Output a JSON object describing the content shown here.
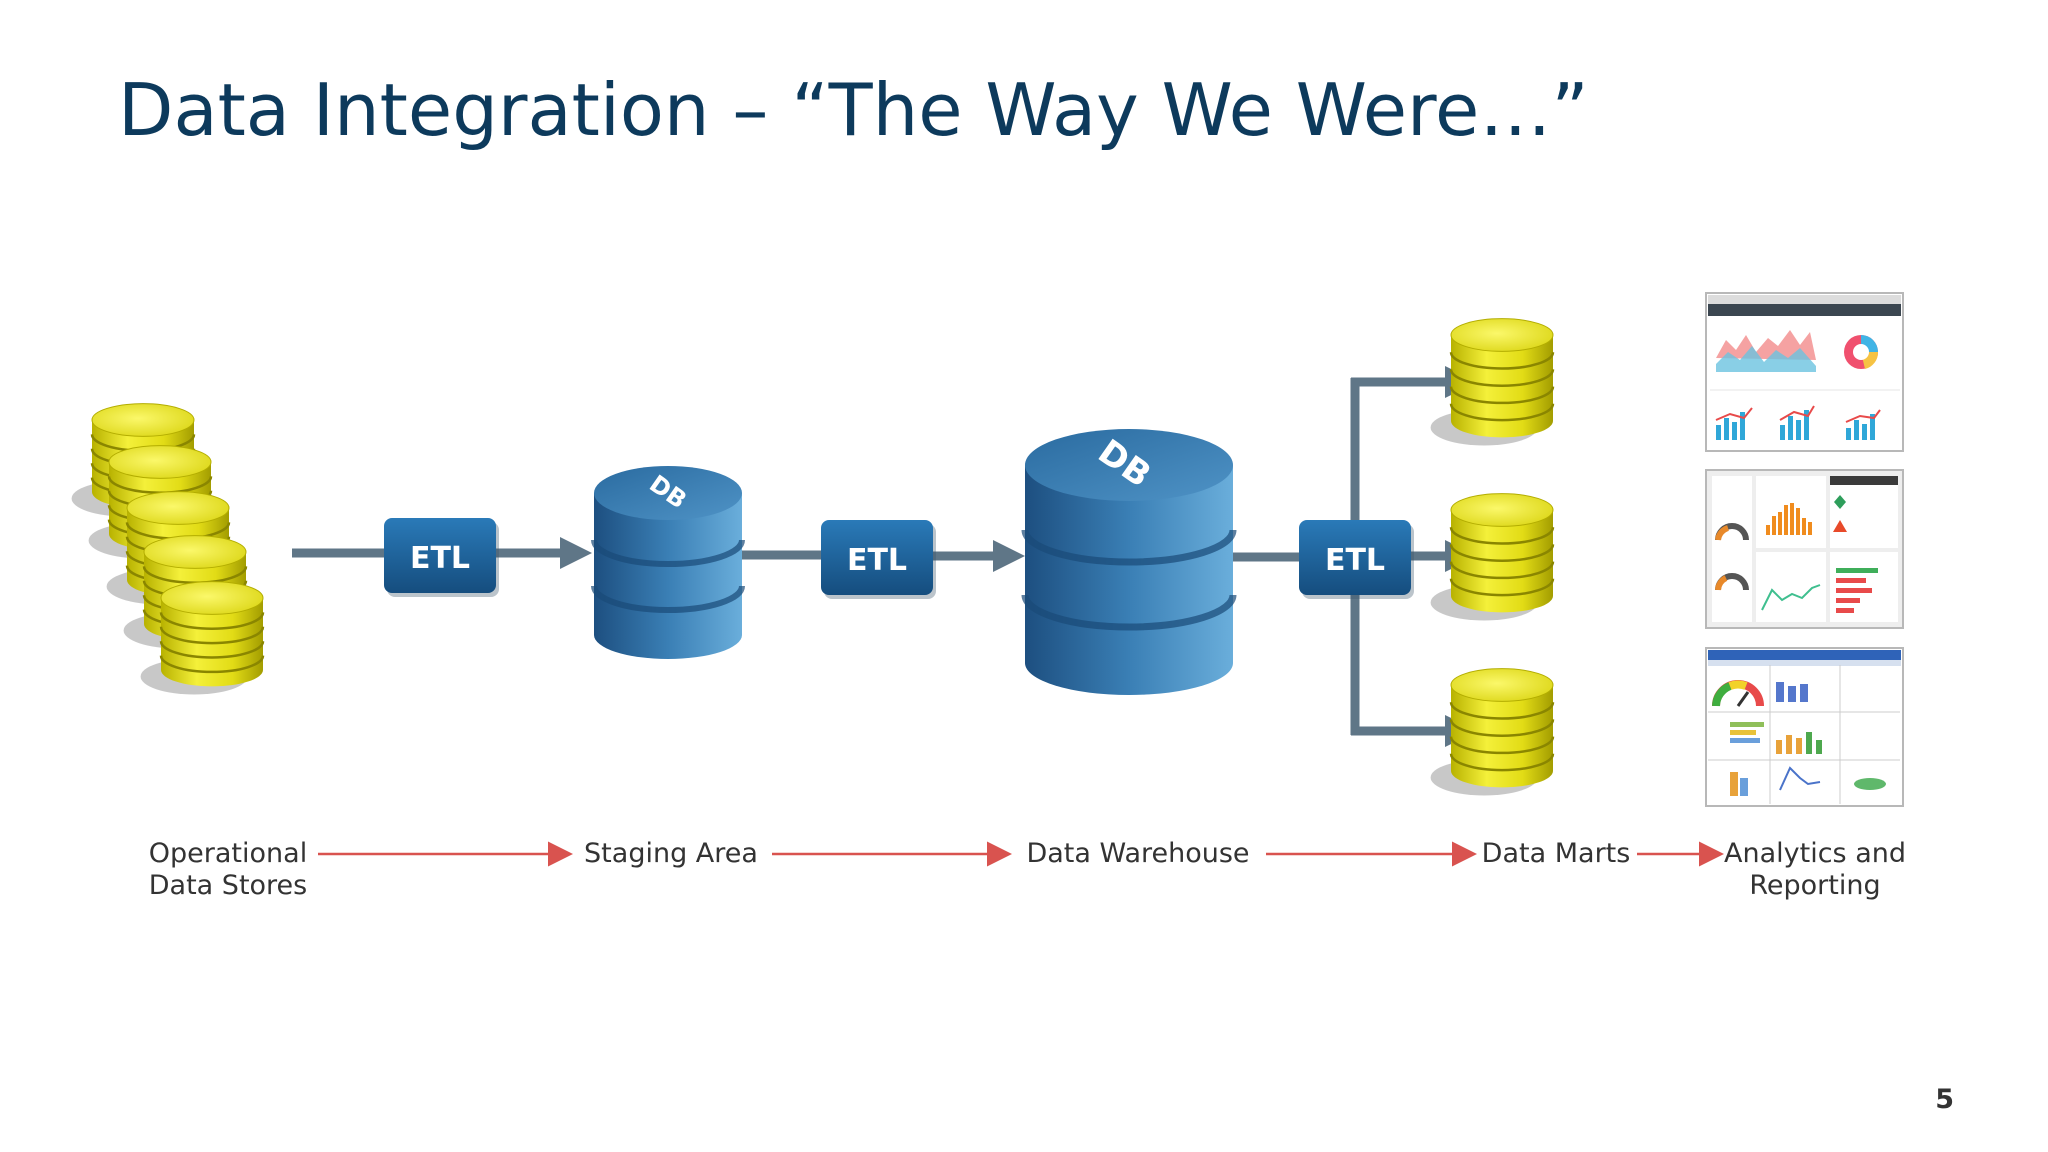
{
  "slide": {
    "title": "Data Integration – “The Way We Were…”",
    "page_number": "5"
  },
  "nodes": {
    "etl_label": "ETL",
    "db_label": "DB"
  },
  "stages": [
    {
      "line1": "Operational",
      "line2": "Data Stores"
    },
    {
      "line1": "Staging Area",
      "line2": ""
    },
    {
      "line1": "Data Warehouse",
      "line2": ""
    },
    {
      "line1": "Data Marts",
      "line2": ""
    },
    {
      "line1": "Analytics and",
      "line2": "Reporting"
    }
  ],
  "colors": {
    "title": "#0d3a5c",
    "connector": "#5f7687",
    "stage_arrow": "#d9534f",
    "etl_box": "#1d5f95",
    "db_cylinder": "#2e75a8",
    "coin": "#e6e21b"
  },
  "icons": {
    "stack_icon": "yellow-database-stack",
    "dashboard_icon": "dashboard-screenshot"
  }
}
